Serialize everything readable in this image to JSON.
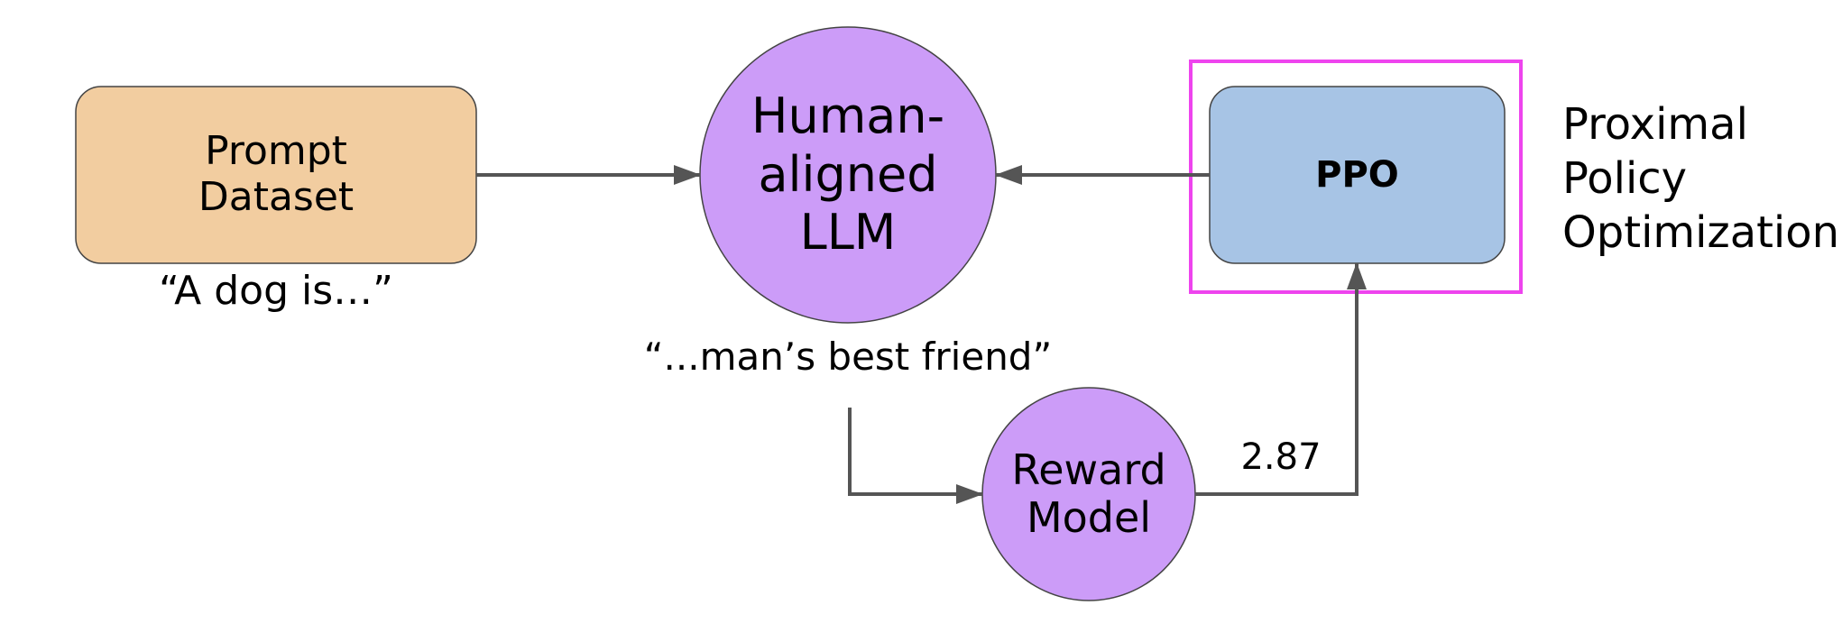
{
  "colors": {
    "prompt_fill": "#f2cda0",
    "llm_fill": "#cc9cf8",
    "ppo_fill": "#a7c4e5",
    "highlight": "#ee44ee",
    "arrow": "#555555",
    "stroke": "#444444"
  },
  "nodes": {
    "prompt_dataset": {
      "line1": "Prompt",
      "line2": "Dataset"
    },
    "llm": {
      "line1": "Human-",
      "line2": "aligned",
      "line3": "LLM"
    },
    "ppo": {
      "label": "PPO"
    },
    "reward_model": {
      "line1": "Reward",
      "line2": "Model"
    }
  },
  "annotations": {
    "prompt_example": "“A dog is…”",
    "completion_example": "“...man’s best friend”",
    "reward_value": "2.87",
    "ppo_full_1": "Proximal",
    "ppo_full_2": "Policy",
    "ppo_full_3": "Optimization"
  }
}
